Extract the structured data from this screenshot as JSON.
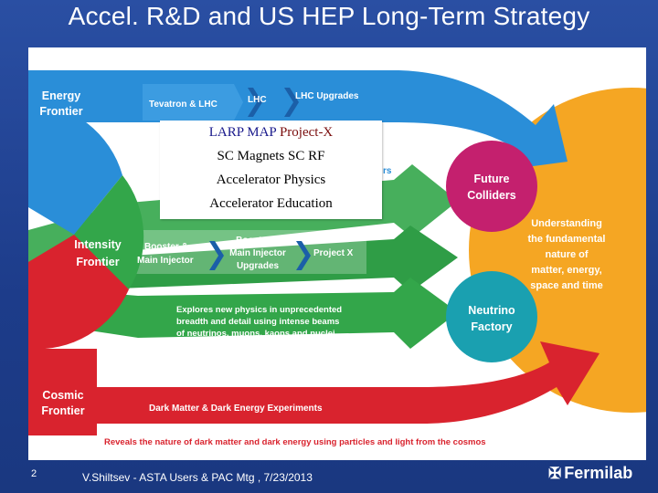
{
  "title": "Accel. R&D and US HEP Long-Term Strategy",
  "frontiers": {
    "energy": [
      "Energy",
      "Frontier"
    ],
    "intensity": [
      "Intensity",
      "Frontier"
    ],
    "cosmic": [
      "Cosmic",
      "Frontier"
    ]
  },
  "energy_stages": [
    "Tevatron & LHC",
    "LHC",
    "LHC Upgrades"
  ],
  "energy_tail": "rs",
  "intensity_stages": {
    "booster": [
      "Booster &",
      "Main Injector"
    ],
    "upgrades": [
      "Booster &",
      "Main Injector",
      "Upgrades"
    ],
    "projectx": "Project X"
  },
  "intensity_desc": [
    "Explores new physics in unprecedented",
    "breadth and detail using intense beams",
    "of neutrinos, muons, kaons and nuclei"
  ],
  "cosmic_stage": "Dark Matter & Dark Energy Experiments",
  "cosmic_desc": "Reveals the nature of dark matter and dark energy using particles and light from the cosmos",
  "future_colliders": [
    "Future",
    "Colliders"
  ],
  "neutrino_factory": [
    "Neutrino",
    "Factory"
  ],
  "understanding": [
    "Understanding",
    "the fundamental",
    "nature of",
    "matter, energy,",
    "space and time"
  ],
  "overlay": {
    "line1_a": "LARP   MAP  ",
    "line1_b": "Project-X",
    "line2": "SC Magnets  SC RF",
    "line3": "Accelerator Physics",
    "line4": "Accelerator Education"
  },
  "footer": {
    "slide_number": "2",
    "citation": "V.Shiltsev - ASTA Users & PAC Mtg , 7/23/2013",
    "logo": "Fermilab"
  },
  "colors": {
    "energy_blue": "#2a8ed8",
    "intensity_green": "#33a64a",
    "cosmic_red": "#d9232e",
    "future_magenta": "#c4206e",
    "neutrino_teal": "#1aa0b0",
    "sun_orange": "#f5a623"
  }
}
